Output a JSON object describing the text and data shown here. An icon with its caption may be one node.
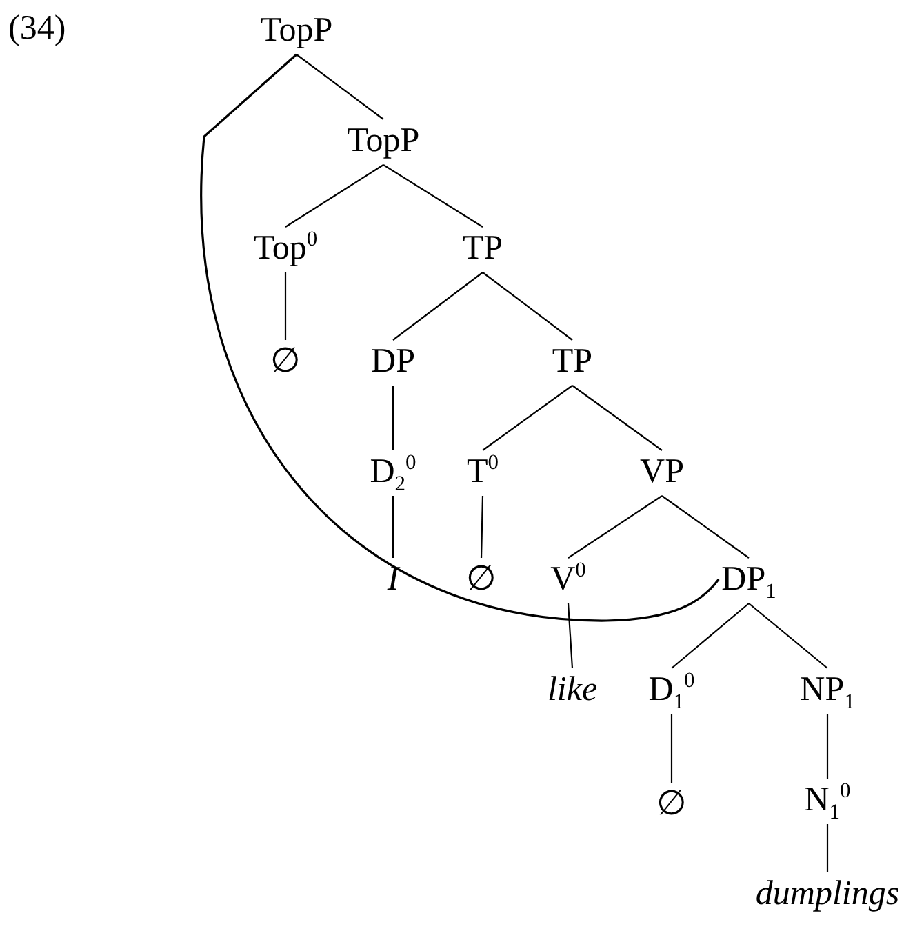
{
  "diagram": {
    "nodes": [
      {
        "text": [
          "TopP"
        ]
      },
      {
        "text": [
          "TopP"
        ]
      },
      {
        "text": [
          "Top$^{0}$"
        ]
      },
      {
        "text": [
          "TP"
        ]
      },
      {
        "text": [
          "∅"
        ]
      },
      {
        "text": [
          "DP"
        ]
      },
      {
        "text": [
          "TP"
        ]
      },
      {
        "text": [
          "D$_{2}$$^{0}$"
        ]
      },
      {
        "text": [
          "T$^{0}$"
        ]
      },
      {
        "text": [
          "VP"
        ]
      },
      {
        "text": [
          "I"
        ]
      },
      {
        "text": [
          "∅"
        ]
      },
      {
        "text": [
          "V$^{0}$"
        ]
      },
      {
        "text": [
          "DP$_{1}$"
        ]
      },
      {
        "text": [
          "like"
        ]
      },
      {
        "text": [
          "D$_{1}$$^{0}$"
        ]
      },
      {
        "text": [
          "NP$_{1}$"
        ]
      },
      {
        "text": [
          "∅"
        ]
      },
      {
        "text": [
          "N$_{1}$$^{0}$"
        ]
      },
      {
        "text": [
          "dumplings"
        ]
      }
    ],
    "edges": [
      {
        "from": 0,
        "to": 1,
        "arrow": "none"
      },
      {
        "from": 0,
        "to": 13,
        "arrow": "none"
      },
      {
        "from": 1,
        "to": 2,
        "arrow": "none"
      },
      {
        "from": 1,
        "to": 3,
        "arrow": "none"
      },
      {
        "from": 2,
        "to": 4,
        "arrow": "none"
      },
      {
        "from": 3,
        "to": 5,
        "arrow": "none"
      },
      {
        "from": 3,
        "to": 6,
        "arrow": "none"
      },
      {
        "from": 5,
        "to": 7,
        "arrow": "none"
      },
      {
        "from": 6,
        "to": 8,
        "arrow": "none"
      },
      {
        "from": 6,
        "to": 9,
        "arrow": "none"
      },
      {
        "from": 7,
        "to": 10,
        "arrow": "none"
      },
      {
        "from": 8,
        "to": 11,
        "arrow": "none"
      },
      {
        "from": 9,
        "to": 12,
        "arrow": "none"
      },
      {
        "from": 9,
        "to": 13,
        "arrow": "none"
      },
      {
        "from": 12,
        "to": 14,
        "arrow": "none"
      },
      {
        "from": 13,
        "to": 15,
        "arrow": "none"
      },
      {
        "from": 13,
        "to": 16,
        "arrow": "none"
      },
      {
        "from": 15,
        "to": 17,
        "arrow": "none"
      },
      {
        "from": 16,
        "to": 18,
        "arrow": "none"
      },
      {
        "from": 18,
        "to": 19,
        "arrow": "none"
      }
    ],
    "labels": [
      "(34)"
    ]
  }
}
